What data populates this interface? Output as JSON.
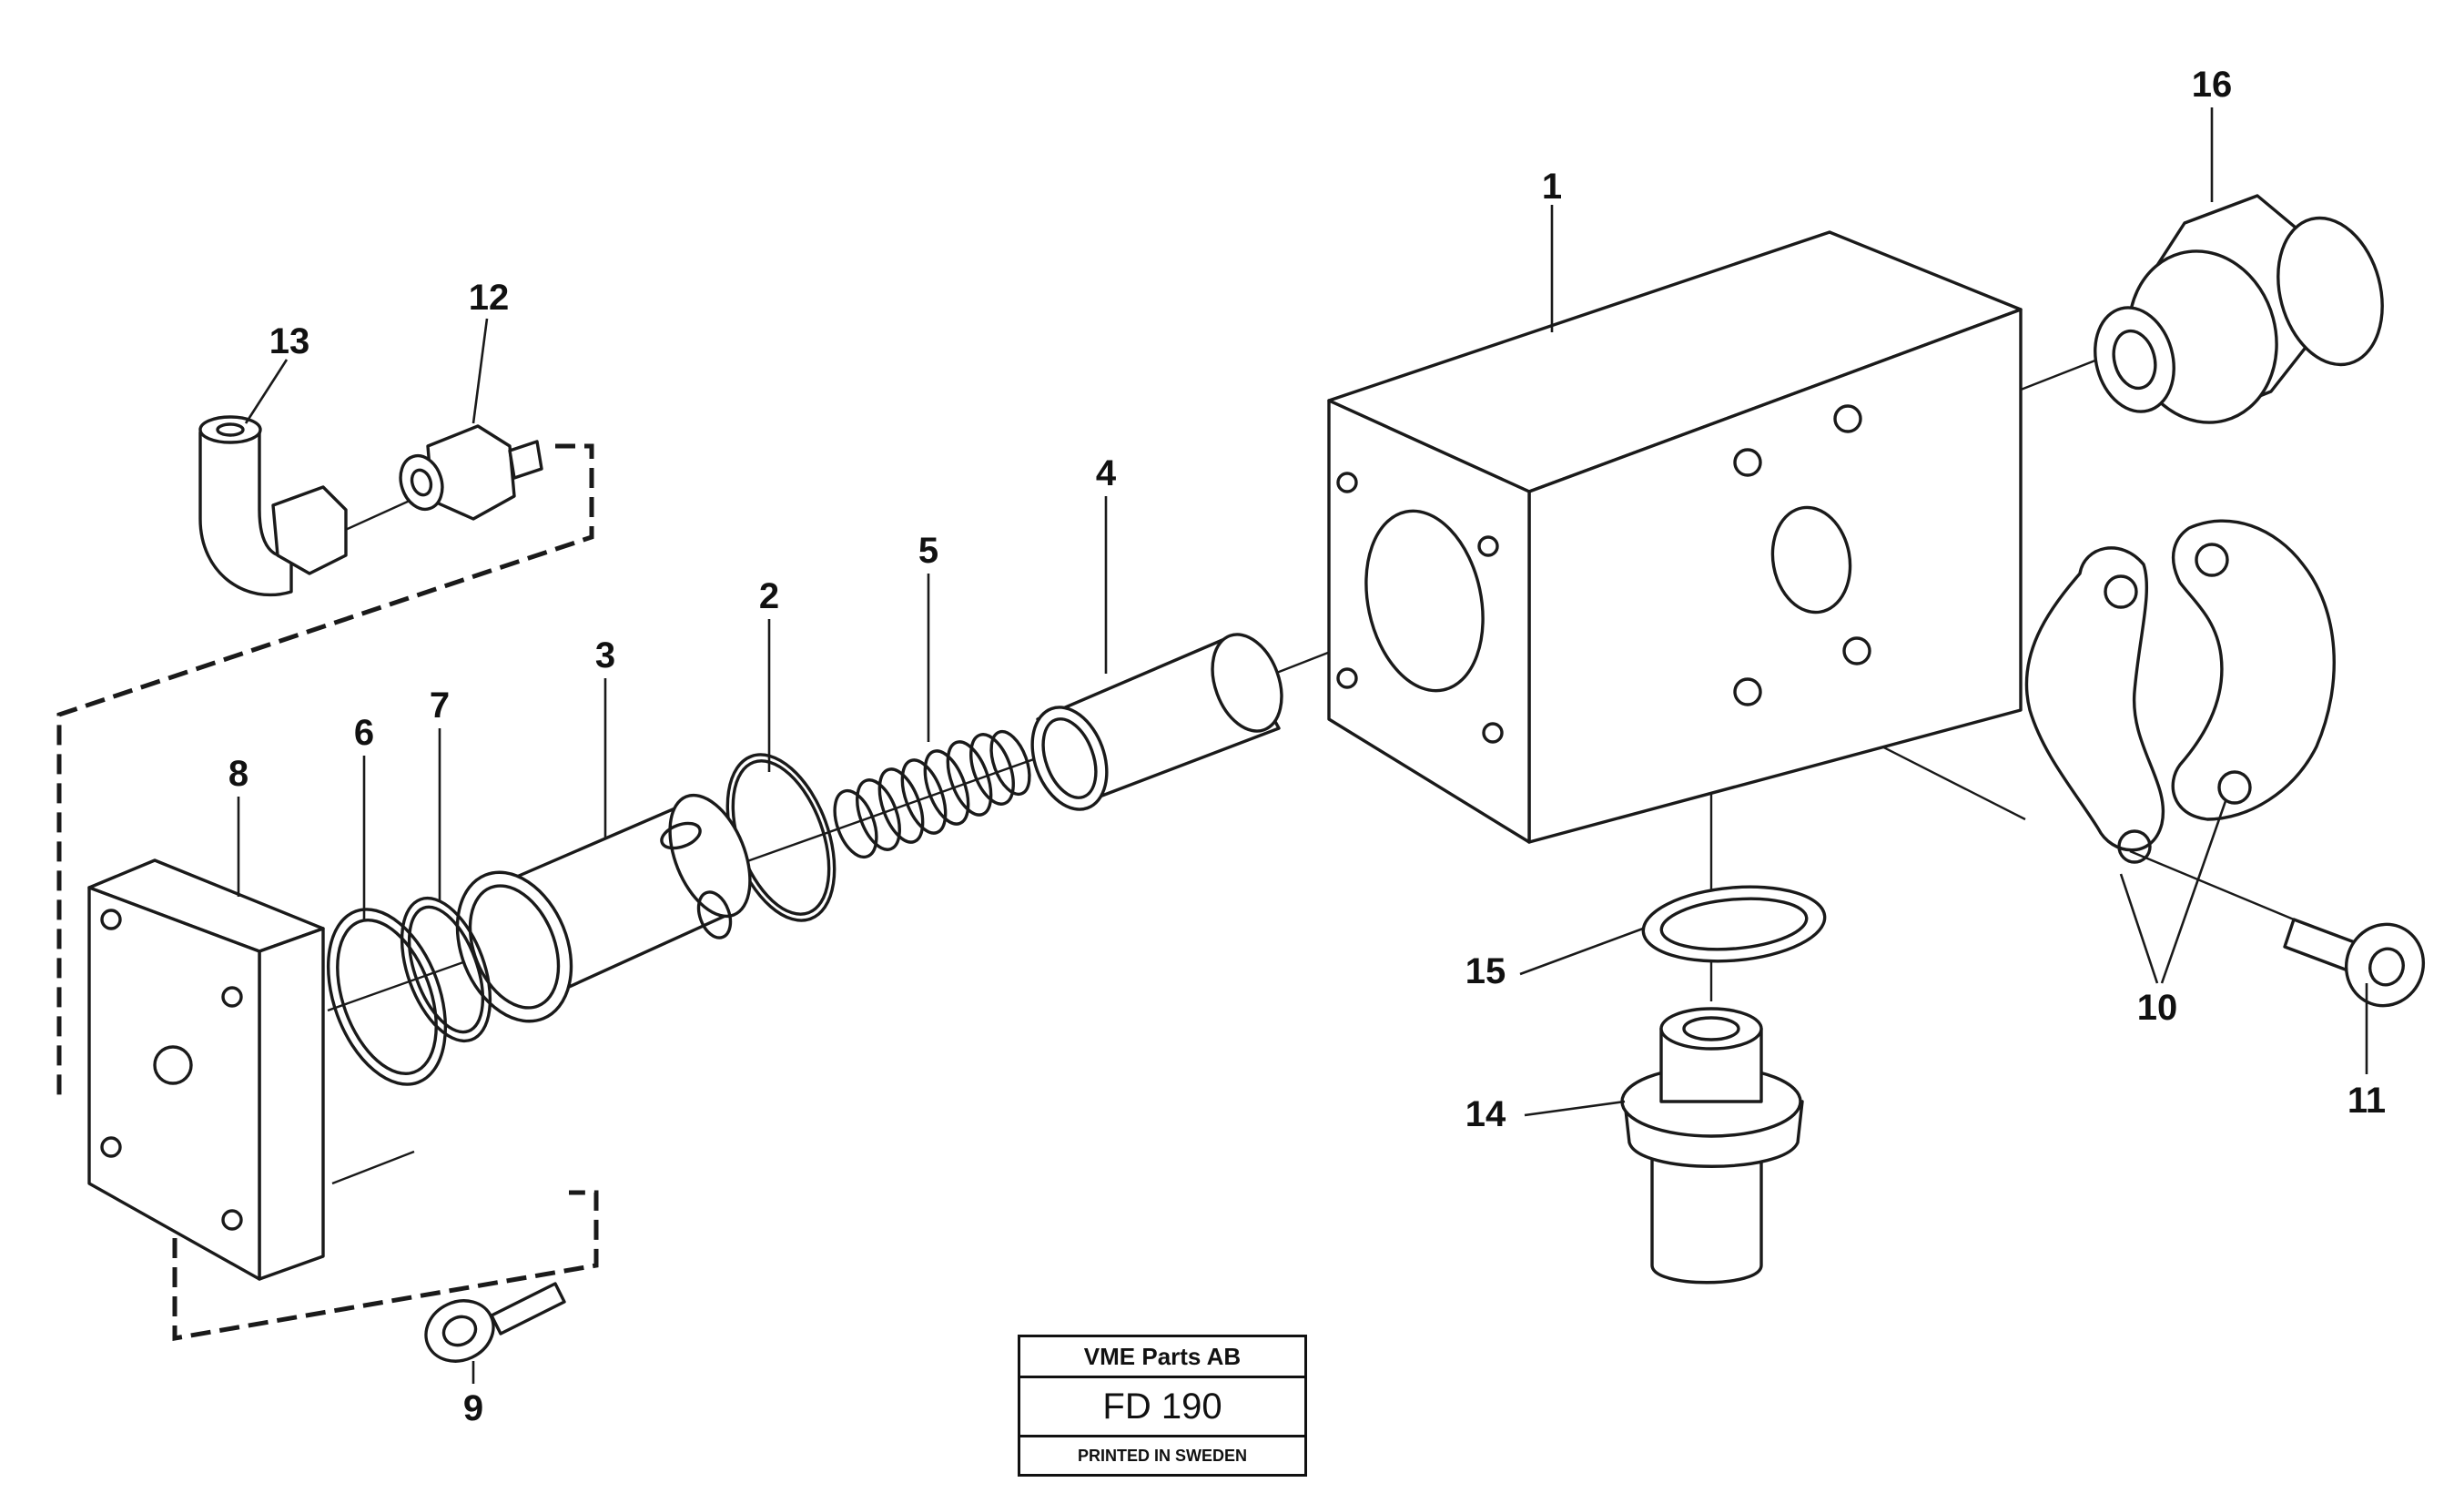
{
  "callouts": {
    "c1": "1",
    "c2": "2",
    "c3": "3",
    "c4": "4",
    "c5": "5",
    "c6": "6",
    "c7": "7",
    "c8": "8",
    "c9": "9",
    "c10": "10",
    "c11": "11",
    "c12": "12",
    "c13": "13",
    "c14": "14",
    "c15": "15",
    "c16": "16"
  },
  "title_block": {
    "company": "VME Parts AB",
    "code": "FD 190",
    "note": "PRINTED IN SWEDEN"
  }
}
